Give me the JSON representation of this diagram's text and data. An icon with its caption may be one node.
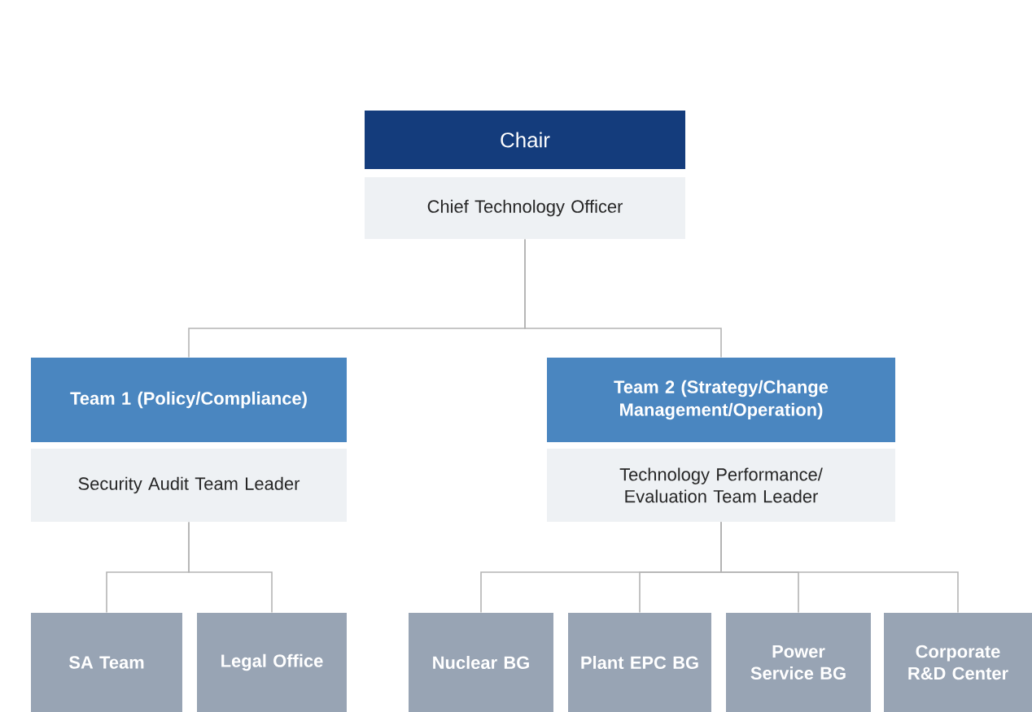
{
  "diagram": {
    "nodes": [
      {
        "text": [
          "Chair"
        ]
      },
      {
        "text": [
          "Chief Technology Officer"
        ]
      },
      {
        "text": [
          "Team 1 (Policy/Compliance)"
        ]
      },
      {
        "text": [
          "Security Audit Team Leader"
        ]
      },
      {
        "text": [
          "Team 2 (Strategy/Change Management/Operation)"
        ]
      },
      {
        "text": [
          "Technology Performance/ Evaluation Team Leader"
        ]
      },
      {
        "text": [
          "SA Team"
        ]
      },
      {
        "text": [
          "Legal Office"
        ]
      },
      {
        "text": [
          "Nuclear BG"
        ]
      },
      {
        "text": [
          "Plant EPC BG"
        ]
      },
      {
        "text": [
          "Power Service BG"
        ]
      },
      {
        "text": [
          "Corporate R&D Center"
        ]
      }
    ],
    "edges": [
      {
        "from": 1,
        "to": 2,
        "arrow": "none"
      },
      {
        "from": 1,
        "to": 4,
        "arrow": "none"
      },
      {
        "from": 3,
        "to": 6,
        "arrow": "none"
      },
      {
        "from": 3,
        "to": 7,
        "arrow": "none"
      },
      {
        "from": 5,
        "to": 8,
        "arrow": "none"
      },
      {
        "from": 5,
        "to": 9,
        "arrow": "none"
      },
      {
        "from": 5,
        "to": 10,
        "arrow": "none"
      },
      {
        "from": 5,
        "to": 11,
        "arrow": "none"
      }
    ]
  }
}
